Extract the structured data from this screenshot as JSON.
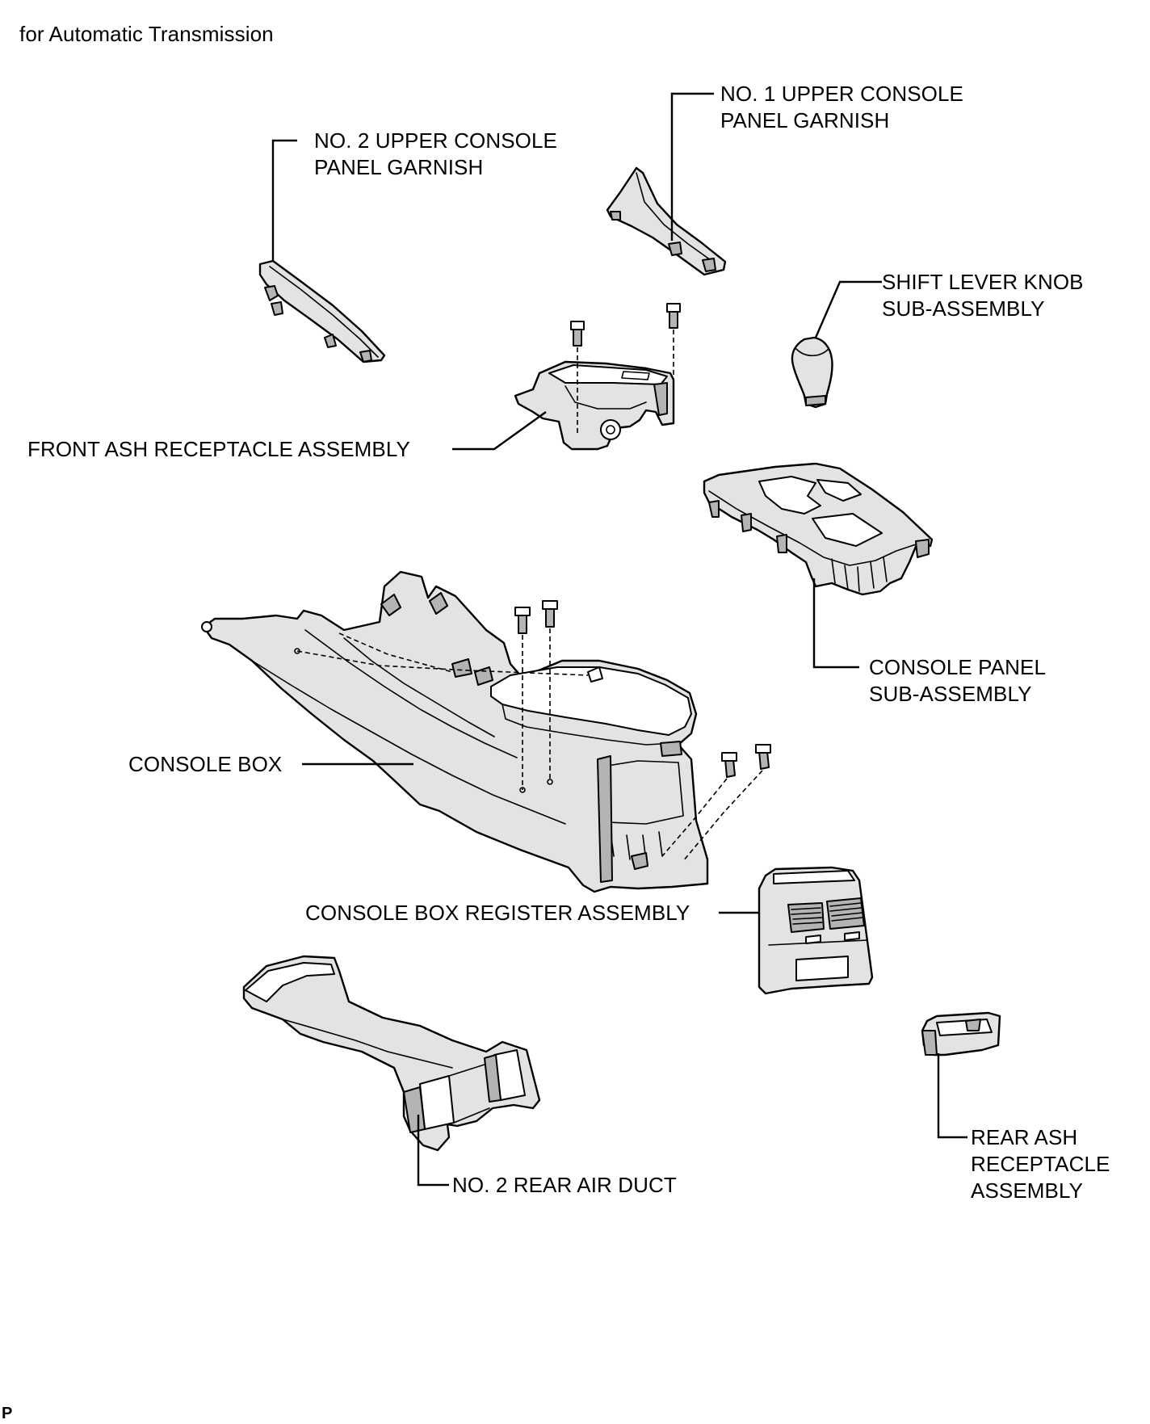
{
  "header": {
    "subtitle": "for Automatic Transmission"
  },
  "labels": {
    "no1_upper_garnish": [
      "NO. 1 UPPER CONSOLE",
      "PANEL GARNISH"
    ],
    "no2_upper_garnish": [
      "NO. 2 UPPER CONSOLE",
      "PANEL GARNISH"
    ],
    "shift_lever_knob": [
      "SHIFT LEVER KNOB",
      "SUB-ASSEMBLY"
    ],
    "front_ash_receptacle": "FRONT ASH RECEPTACLE ASSEMBLY",
    "console_panel": [
      "CONSOLE PANEL",
      "SUB-ASSEMBLY"
    ],
    "console_box": "CONSOLE BOX",
    "console_box_register": "CONSOLE BOX REGISTER ASSEMBLY",
    "no2_rear_air_duct": "NO. 2 REAR AIR DUCT",
    "rear_ash_receptacle": [
      "REAR ASH",
      "RECEPTACLE",
      "ASSEMBLY"
    ]
  },
  "footer": {
    "code": "P"
  }
}
